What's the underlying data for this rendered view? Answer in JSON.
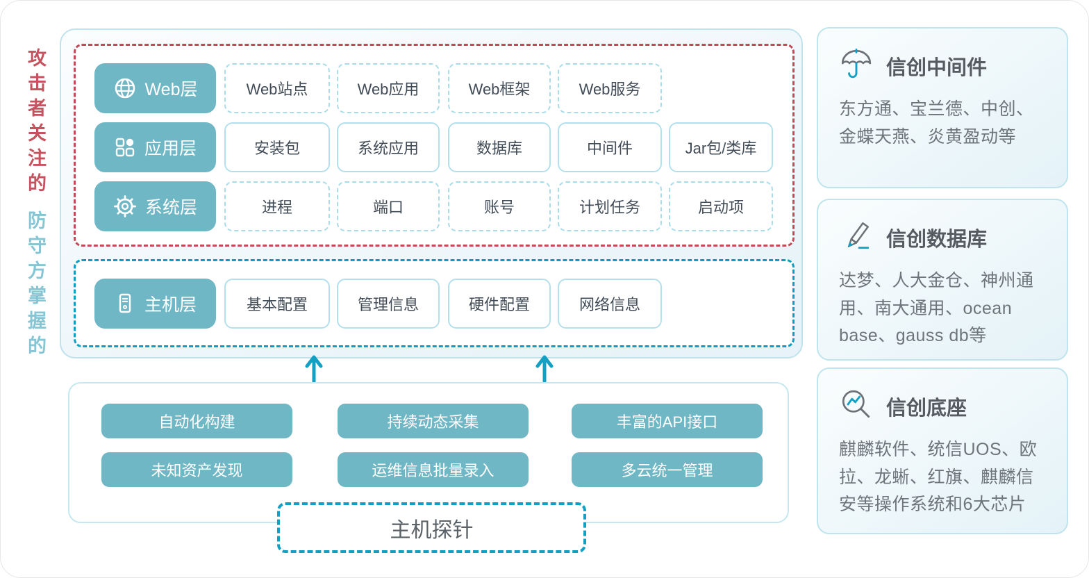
{
  "left_labels": {
    "attacker": "攻击者关注的",
    "defender": "防守方掌握的"
  },
  "main": {
    "attack_rows": [
      {
        "label": "Web层",
        "icon": "globe-icon",
        "item_style": "dashed",
        "items": [
          "Web站点",
          "Web应用",
          "Web框架",
          "Web服务"
        ]
      },
      {
        "label": "应用层",
        "icon": "apps-icon",
        "item_style": "solid",
        "items": [
          "安装包",
          "系统应用",
          "数据库",
          "中间件",
          "Jar包/类库"
        ]
      },
      {
        "label": "系统层",
        "icon": "gear-icon",
        "item_style": "dashed",
        "items": [
          "进程",
          "端口",
          "账号",
          "计划任务",
          "启动项"
        ]
      }
    ],
    "defense_rows": [
      {
        "label": "主机层",
        "icon": "host-icon",
        "item_style": "solid",
        "items": [
          "基本配置",
          "管理信息",
          "硬件配置",
          "网络信息"
        ]
      }
    ]
  },
  "bottom": {
    "features": [
      "自动化构建",
      "持续动态采集",
      "丰富的API接口",
      "未知资产发现",
      "运维信息批量录入",
      "多云统一管理"
    ],
    "probe_label": "主机探针"
  },
  "right_panels": [
    {
      "icon": "umbrella-icon",
      "title": "信创中间件",
      "body": "东方通、宝兰德、中创、金蝶天燕、炎黄盈动等"
    },
    {
      "icon": "pencil-icon",
      "title": "信创数据库",
      "body": "达梦、人大金仓、神州通用、南大通用、ocean base、gauss db等"
    },
    {
      "icon": "magnifier-icon",
      "title": "信创底座",
      "body": "麒麟软件、统信UOS、欧拉、龙蜥、红旗、麒麟信安等操作系统和6大芯片"
    }
  ],
  "colors": {
    "teal_button": "#6fb7c5",
    "attack_dashed_border": "#c04b58",
    "defense_dashed_border": "#0e9dbd",
    "arrow": "#14a0c2",
    "attacker_text": "#c5525e",
    "defender_text": "#85c5d4",
    "item_text": "#424c57",
    "panel_border": "#bfe2ec"
  }
}
